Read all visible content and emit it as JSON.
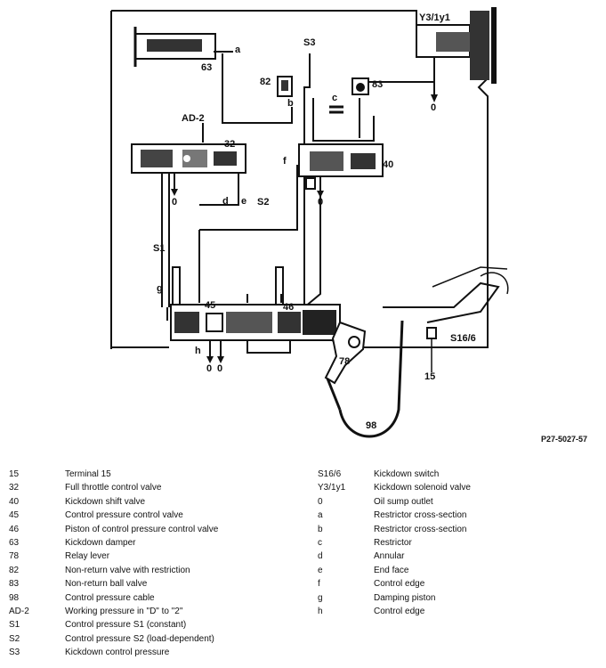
{
  "diagram": {
    "reference": "P27-5027-57",
    "callouts": {
      "y3_1y1": "Y3/1y1",
      "s3": "S3",
      "c63": "63",
      "a": "a",
      "c82": "82",
      "b": "b",
      "c83": "83",
      "c": "c",
      "ad2": "AD-2",
      "c32": "32",
      "f": "f",
      "c40": "40",
      "zero_left": "0",
      "zero_mid": "0",
      "zero_right": "0",
      "d": "d",
      "e": "e",
      "s2": "S2",
      "s1": "S1",
      "g": "g",
      "c45": "45",
      "c46": "46",
      "h": "h",
      "zero_bot1": "0",
      "zero_bot2": "0",
      "c78": "78",
      "c98": "98",
      "s16_6": "S16/6",
      "c15": "15"
    }
  },
  "legend_left": [
    {
      "code": "15",
      "desc": "Terminal 15"
    },
    {
      "code": "32",
      "desc": "Full throttle control valve"
    },
    {
      "code": "40",
      "desc": "Kickdown shift valve"
    },
    {
      "code": "45",
      "desc": "Control pressure control valve"
    },
    {
      "code": "46",
      "desc": "Piston of control pressure control valve"
    },
    {
      "code": "63",
      "desc": "Kickdown damper"
    },
    {
      "code": "78",
      "desc": "Relay lever"
    },
    {
      "code": "82",
      "desc": "Non-return valve with restriction"
    },
    {
      "code": "83",
      "desc": "Non-return ball valve"
    },
    {
      "code": "98",
      "desc": "Control pressure cable"
    },
    {
      "code": "AD-2",
      "desc": "Working pressure in \"D\" to \"2\""
    },
    {
      "code": "S1",
      "desc": "Control pressure S1 (constant)"
    },
    {
      "code": "S2",
      "desc": "Control pressure S2 (load-dependent)"
    },
    {
      "code": "S3",
      "desc": "Kickdown control pressure"
    }
  ],
  "legend_right": [
    {
      "code": "S16/6",
      "desc": "Kickdown switch"
    },
    {
      "code": "Y3/1y1",
      "desc": "Kickdown solenoid valve"
    },
    {
      "code": "0",
      "desc": "Oil sump outlet"
    },
    {
      "code": "a",
      "desc": "Restrictor cross-section"
    },
    {
      "code": "b",
      "desc": "Restrictor cross-section"
    },
    {
      "code": "c",
      "desc": "Restrictor"
    },
    {
      "code": "d",
      "desc": "Annular"
    },
    {
      "code": "e",
      "desc": "End face"
    },
    {
      "code": "f",
      "desc": "Control edge"
    },
    {
      "code": "g",
      "desc": "Damping piston"
    },
    {
      "code": "h",
      "desc": "Control edge"
    }
  ]
}
